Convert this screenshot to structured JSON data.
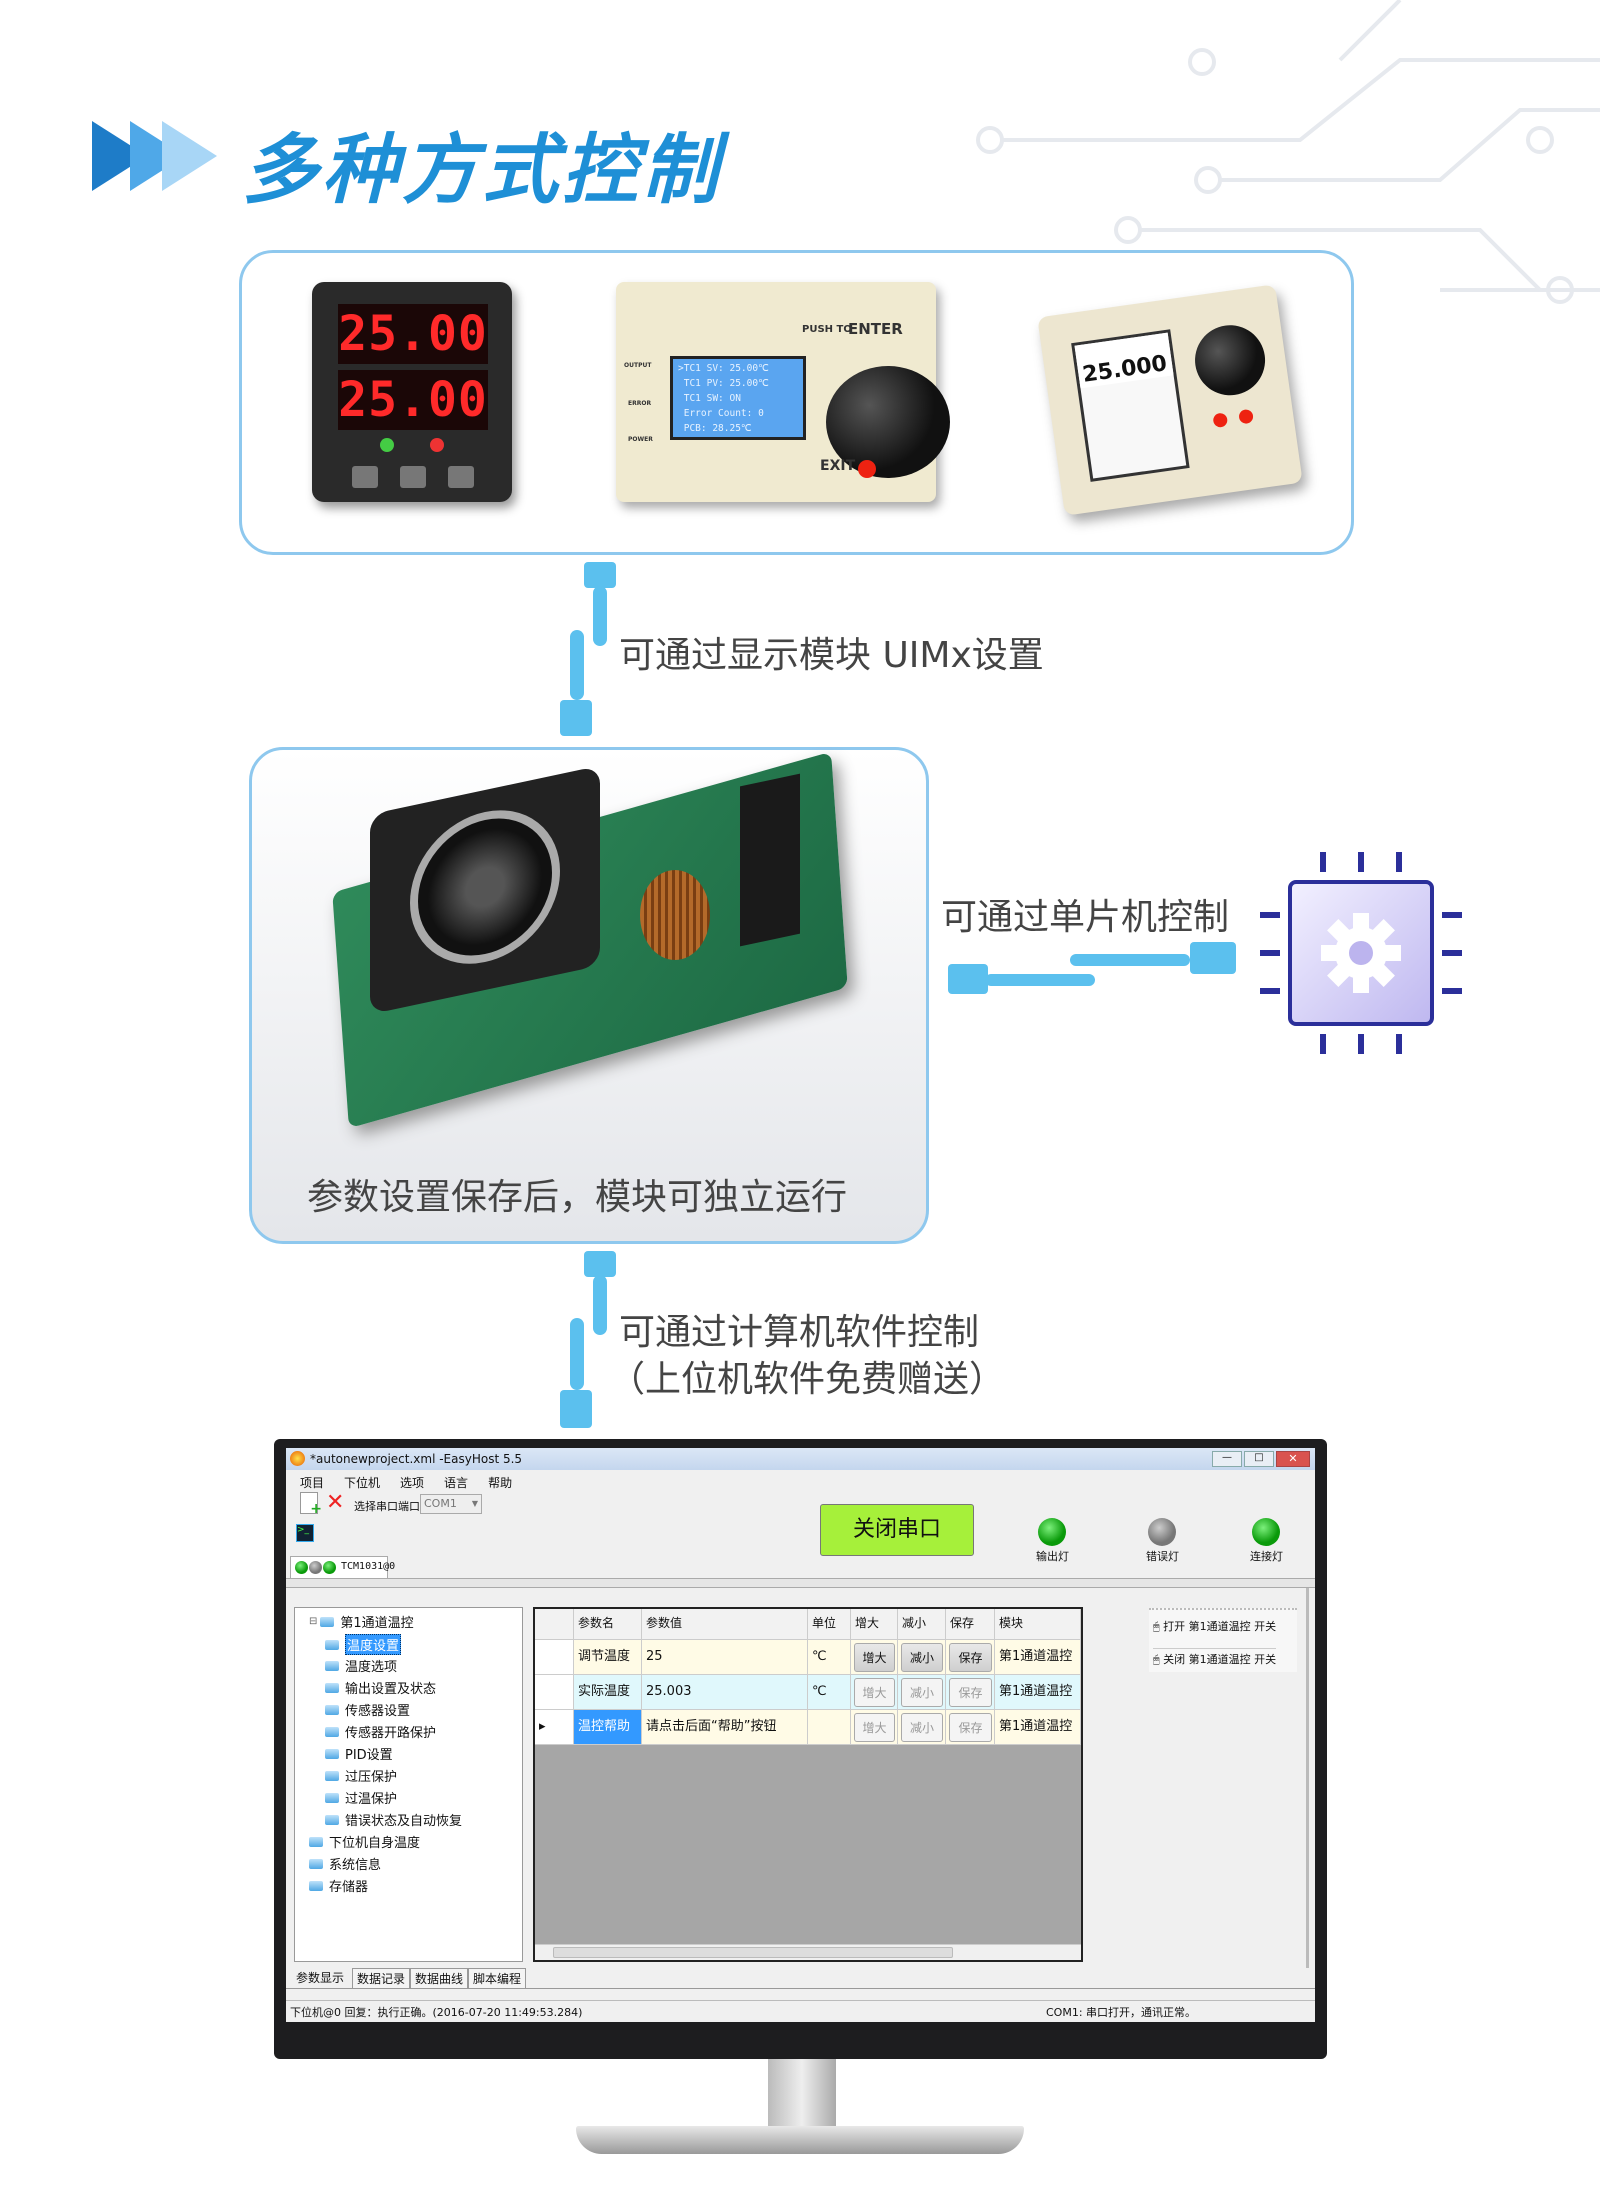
{
  "heading": "多种方式控制",
  "devices": {
    "led_display": [
      "25.00",
      "25.00"
    ],
    "panel": {
      "push_label": "PUSH TO",
      "enter_label": "ENTER",
      "exit_label": "EXIT",
      "leds": [
        "OUTPUT",
        "ERROR",
        "POWER"
      ],
      "lcd_lines": [
        ">TC1 SV: 25.00℃",
        " TC1 PV: 25.00℃",
        " TC1 SW: ON",
        " Error Count: 0",
        " PCB: 28.25℃"
      ]
    },
    "tilted_panel_value": "25.000"
  },
  "captions": {
    "display_module": "可通过显示模块 UIMx设置",
    "standalone": "参数设置保存后，模块可独立运行",
    "mcu": "可通过单片机控制",
    "pc_line1": "可通过计算机软件控制",
    "pc_line2": "（上位机软件免费赠送）"
  },
  "app": {
    "title": "*autonewproject.xml -EasyHost 5.5",
    "menu": [
      "项目",
      "下位机",
      "选项",
      "语言",
      "帮助"
    ],
    "port_label": "选择串口端口",
    "port_value": "COM1",
    "close_port": "关闭串口",
    "lights": [
      {
        "label": "输出灯",
        "color": "#0a9a0a"
      },
      {
        "label": "错误灯",
        "color": "#808080"
      },
      {
        "label": "连接灯",
        "color": "#0a9a0a"
      }
    ],
    "device_tab": "TCM1031@0",
    "tree": [
      {
        "label": "第1通道温控",
        "level": 0
      },
      {
        "label": "温度设置",
        "level": 1,
        "selected": true
      },
      {
        "label": "温度选项",
        "level": 1
      },
      {
        "label": "输出设置及状态",
        "level": 1
      },
      {
        "label": "传感器设置",
        "level": 1
      },
      {
        "label": "传感器开路保护",
        "level": 1
      },
      {
        "label": "PID设置",
        "level": 1
      },
      {
        "label": "过压保护",
        "level": 1
      },
      {
        "label": "过温保护",
        "level": 1
      },
      {
        "label": "错误状态及自动恢复",
        "level": 1
      },
      {
        "label": "下位机自身温度",
        "level": 0
      },
      {
        "label": "系统信息",
        "level": 0
      },
      {
        "label": "存储器",
        "level": 0
      }
    ],
    "grid_headers": [
      "参数名",
      "参数值",
      "单位",
      "增大",
      "减小",
      "保存",
      "模块"
    ],
    "grid_rows": [
      {
        "name": "调节温度",
        "value": "25",
        "unit": "℃",
        "inc": "增大",
        "dec": "减小",
        "save": "保存",
        "module": "第1通道温控",
        "bg": "#fffbe6",
        "enabled": true
      },
      {
        "name": "实际温度",
        "value": "25.003",
        "unit": "℃",
        "inc": "增大",
        "dec": "减小",
        "save": "保存",
        "module": "第1通道温控",
        "bg": "#e0f8fc",
        "enabled": false
      },
      {
        "name": "温控帮助",
        "value": "请点击后面“帮助”按钮",
        "unit": "",
        "inc": "增大",
        "dec": "减小",
        "save": "保存",
        "module": "第1通道温控",
        "bg": "#fffbe6",
        "enabled": false
      }
    ],
    "actions": [
      "打开 第1通道温控 开关",
      "关闭 第1通道温控 开关"
    ],
    "bottom_tabs": [
      "参数显示",
      "数据记录",
      "数据曲线",
      "脚本编程"
    ],
    "status_left": "下位机@0 回复：执行正确。(2016-07-20 11:49:53.284)",
    "status_right": "COM1: 串口打开，通讯正常。"
  }
}
